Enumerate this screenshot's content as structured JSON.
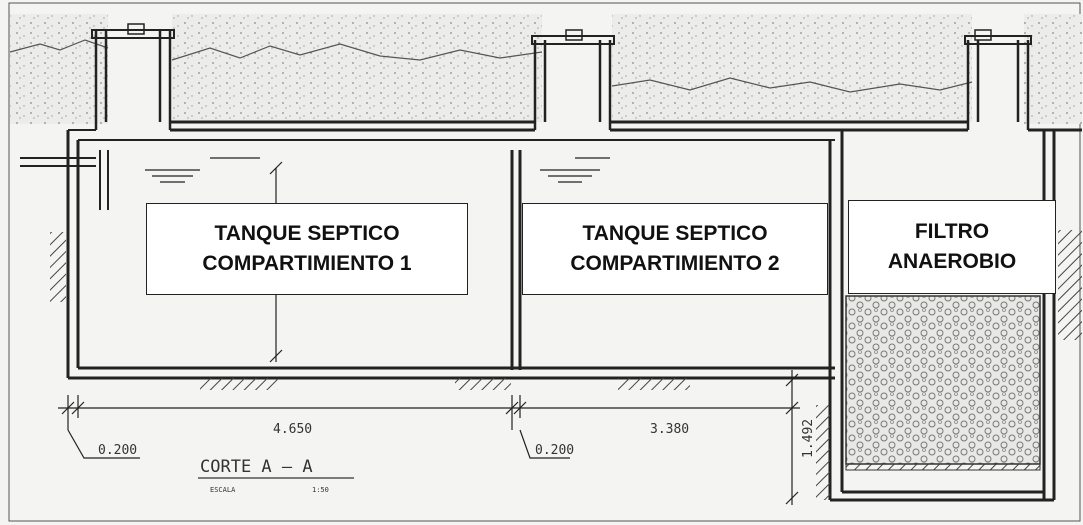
{
  "labels": {
    "tank1": {
      "line1": "TANQUE SEPTICO",
      "line2": "COMPARTIMIENTO 1"
    },
    "tank2": {
      "line1": "TANQUE SEPTICO",
      "line2": "COMPARTIMIENTO 2"
    },
    "filter": {
      "line1": "FILTRO",
      "line2": "ANAEROBIO"
    }
  },
  "dimensions": {
    "wall_left": "0.200",
    "tank1_length": "4.650",
    "wall_mid": "0.200",
    "tank2_length": "3.380",
    "depth": "1.492"
  },
  "caption": {
    "title": "CORTE A — A",
    "scale_label": "ESCALA",
    "scale_value": "1:50"
  },
  "colors": {
    "line": "#222222",
    "paper": "#f4f4f2",
    "soil": "#9a9a98",
    "hatch": "#555555"
  }
}
